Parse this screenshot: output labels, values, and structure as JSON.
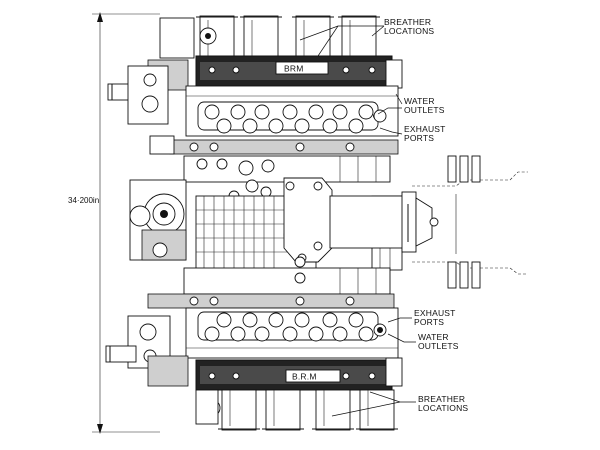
{
  "dimension": {
    "overall_length": "34·200in"
  },
  "callouts": {
    "top_breather": [
      "BREATHER",
      "LOCATIONS"
    ],
    "top_water": [
      "WATER",
      "OUTLETS"
    ],
    "top_exhaust": [
      "EXHAUST",
      "PORTS"
    ],
    "bottom_exhaust": [
      "EXHAUST",
      "PORTS"
    ],
    "bottom_water": [
      "WATER",
      "OUTLETS"
    ],
    "bottom_breather": [
      "BREATHER",
      "LOCATIONS"
    ]
  },
  "cam_cover_badge": {
    "top": "BRM",
    "bottom": "B.R.M"
  }
}
